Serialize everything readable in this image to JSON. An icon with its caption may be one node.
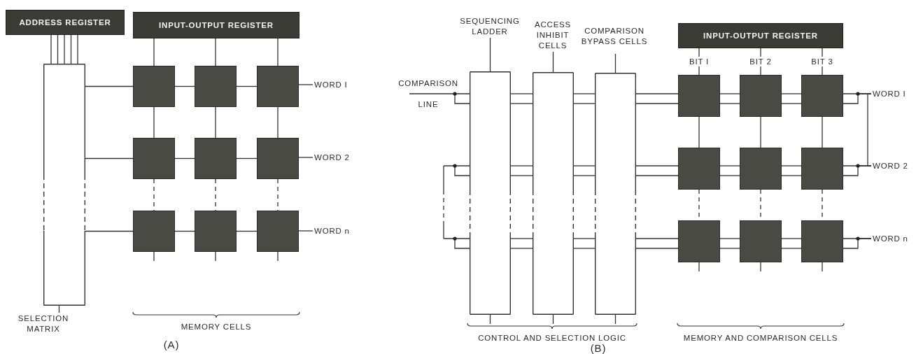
{
  "diagram": {
    "nodes": [
      {
        "text": [
          "ADDRESS REGISTER"
        ]
      },
      {
        "text": [
          "INPUT-OUTPUT REGISTER"
        ]
      },
      {
        "text": [],
        "shape": "bar"
      },
      {
        "text": [],
        "shape": "box"
      },
      {
        "text": [],
        "shape": "box"
      },
      {
        "text": [],
        "shape": "box"
      },
      {
        "text": [],
        "shape": "box"
      },
      {
        "text": [],
        "shape": "box"
      },
      {
        "text": [],
        "shape": "box"
      },
      {
        "text": [],
        "shape": "box"
      },
      {
        "text": [],
        "shape": "box"
      },
      {
        "text": [],
        "shape": "box"
      },
      {
        "text": [
          "WORD I"
        ]
      },
      {
        "text": [
          "WORD 2"
        ]
      },
      {
        "text": [
          "WORD n"
        ]
      },
      {
        "text": [
          "SELECTION MATRIX"
        ]
      },
      {
        "text": [
          "SEQUENCING LADDER"
        ]
      },
      {
        "text": [
          "ACCESS INHIBIT CELLS"
        ]
      },
      {
        "text": [
          "COMPARISON BYPASS CELLS"
        ]
      },
      {
        "text": [
          "INPUT-OUTPUT REGISTER"
        ]
      },
      {
        "text": [],
        "shape": "bar"
      },
      {
        "text": [],
        "shape": "bar"
      },
      {
        "text": [],
        "shape": "bar"
      },
      {
        "text": [],
        "shape": "box"
      },
      {
        "text": [],
        "shape": "box"
      },
      {
        "text": [],
        "shape": "box"
      },
      {
        "text": [],
        "shape": "box"
      },
      {
        "text": [],
        "shape": "box"
      },
      {
        "text": [],
        "shape": "box"
      },
      {
        "text": [],
        "shape": "box"
      },
      {
        "text": [],
        "shape": "box"
      },
      {
        "text": [],
        "shape": "box"
      },
      {
        "text": [
          "WORD I"
        ]
      },
      {
        "text": [
          "WORD 2"
        ]
      },
      {
        "text": [
          "WORD n"
        ]
      }
    ],
    "edges": [
      {
        "from": 0,
        "to": 2,
        "arrow": "none"
      },
      {
        "from": 0,
        "to": 2,
        "arrow": "none"
      },
      {
        "from": 0,
        "to": 2,
        "arrow": "none"
      },
      {
        "from": 0,
        "to": 2,
        "arrow": "none"
      },
      {
        "from": 0,
        "to": 2,
        "arrow": "none"
      },
      {
        "from": 1,
        "to": 3,
        "arrow": "none"
      },
      {
        "from": 1,
        "to": 4,
        "arrow": "none"
      },
      {
        "from": 1,
        "to": 5,
        "arrow": "none"
      },
      {
        "from": 2,
        "to": 3,
        "arrow": "none"
      },
      {
        "from": 2,
        "to": 6,
        "arrow": "none"
      },
      {
        "from": 2,
        "to": 9,
        "arrow": "none"
      },
      {
        "from": 3,
        "to": 4,
        "arrow": "none"
      },
      {
        "from": 4,
        "to": 5,
        "arrow": "none"
      },
      {
        "from": 6,
        "to": 7,
        "arrow": "none"
      },
      {
        "from": 7,
        "to": 8,
        "arrow": "none"
      },
      {
        "from": 9,
        "to": 10,
        "arrow": "none"
      },
      {
        "from": 10,
        "to": 11,
        "arrow": "none"
      },
      {
        "from": 3,
        "to": 6,
        "arrow": "none"
      },
      {
        "from": 4,
        "to": 7,
        "arrow": "none"
      },
      {
        "from": 5,
        "to": 8,
        "arrow": "none"
      },
      {
        "from": 6,
        "to": 9,
        "arrow": "none",
        "style": "dashed"
      },
      {
        "from": 7,
        "to": 10,
        "arrow": "none",
        "style": "dashed"
      },
      {
        "from": 8,
        "to": 11,
        "arrow": "none",
        "style": "dashed"
      },
      {
        "from": 9,
        "to": null,
        "arrow": "none"
      },
      {
        "from": 10,
        "to": null,
        "arrow": "none"
      },
      {
        "from": 11,
        "to": null,
        "arrow": "none"
      },
      {
        "from": 5,
        "to": 12,
        "arrow": "none"
      },
      {
        "from": 8,
        "to": 13,
        "arrow": "none"
      },
      {
        "from": 11,
        "to": 14,
        "arrow": "none"
      },
      {
        "from": 2,
        "to": 15,
        "arrow": "none"
      },
      {
        "from": 16,
        "to": 20,
        "arrow": "none"
      },
      {
        "from": 17,
        "to": 21,
        "arrow": "none"
      },
      {
        "from": 18,
        "to": 22,
        "arrow": "none"
      },
      {
        "from": 19,
        "to": 23,
        "arrow": "none",
        "label": "BIT I"
      },
      {
        "from": 19,
        "to": 24,
        "arrow": "none",
        "label": "BIT 2"
      },
      {
        "from": 19,
        "to": 25,
        "arrow": "none",
        "label": "BIT 3"
      },
      {
        "from": null,
        "to": 20,
        "arrow": "none",
        "label": "COMPARISON LINE"
      },
      {
        "from": null,
        "to": 20,
        "arrow": "none"
      },
      {
        "from": 20,
        "to": 21,
        "arrow": "none"
      },
      {
        "from": 20,
        "to": 21,
        "arrow": "none"
      },
      {
        "from": 21,
        "to": 22,
        "arrow": "none"
      },
      {
        "from": 21,
        "to": 22,
        "arrow": "none"
      },
      {
        "from": 22,
        "to": 23,
        "arrow": "none"
      },
      {
        "from": 22,
        "to": 23,
        "arrow": "none"
      },
      {
        "from": 23,
        "to": 24,
        "arrow": "none"
      },
      {
        "from": 23,
        "to": 24,
        "arrow": "none"
      },
      {
        "from": 24,
        "to": 25,
        "arrow": "none"
      },
      {
        "from": 24,
        "to": 25,
        "arrow": "none"
      },
      {
        "from": 25,
        "to": 32,
        "arrow": "none"
      },
      {
        "from": 25,
        "to": 32,
        "arrow": "none"
      },
      {
        "from": null,
        "to": 20,
        "arrow": "none"
      },
      {
        "from": null,
        "to": 20,
        "arrow": "none"
      },
      {
        "from": 20,
        "to": 21,
        "arrow": "none"
      },
      {
        "from": 20,
        "to": 21,
        "arrow": "none"
      },
      {
        "from": 21,
        "to": 22,
        "arrow": "none"
      },
      {
        "from": 21,
        "to": 22,
        "arrow": "none"
      },
      {
        "from": 22,
        "to": 26,
        "arrow": "none"
      },
      {
        "from": 22,
        "to": 26,
        "arrow": "none"
      },
      {
        "from": 26,
        "to": 27,
        "arrow": "none"
      },
      {
        "from": 26,
        "to": 27,
        "arrow": "none"
      },
      {
        "from": 27,
        "to": 28,
        "arrow": "none"
      },
      {
        "from": 27,
        "to": 28,
        "arrow": "none"
      },
      {
        "from": 28,
        "to": 33,
        "arrow": "none"
      },
      {
        "from": 28,
        "to": 33,
        "arrow": "none"
      },
      {
        "from": null,
        "to": 20,
        "arrow": "none"
      },
      {
        "from": null,
        "to": 20,
        "arrow": "none"
      },
      {
        "from": 20,
        "to": 21,
        "arrow": "none"
      },
      {
        "from": 20,
        "to": 21,
        "arrow": "none"
      },
      {
        "from": 21,
        "to": 22,
        "arrow": "none"
      },
      {
        "from": 21,
        "to": 22,
        "arrow": "none"
      },
      {
        "from": 22,
        "to": 29,
        "arrow": "none"
      },
      {
        "from": 22,
        "to": 29,
        "arrow": "none"
      },
      {
        "from": 29,
        "to": 30,
        "arrow": "none"
      },
      {
        "from": 29,
        "to": 30,
        "arrow": "none"
      },
      {
        "from": 30,
        "to": 31,
        "arrow": "none"
      },
      {
        "from": 30,
        "to": 31,
        "arrow": "none"
      },
      {
        "from": 31,
        "to": 34,
        "arrow": "none"
      },
      {
        "from": 31,
        "to": 34,
        "arrow": "none"
      },
      {
        "from": 23,
        "to": 26,
        "arrow": "none"
      },
      {
        "from": 24,
        "to": 27,
        "arrow": "none"
      },
      {
        "from": 25,
        "to": 28,
        "arrow": "none"
      },
      {
        "from": 26,
        "to": 29,
        "arrow": "none",
        "style": "dashed"
      },
      {
        "from": 27,
        "to": 30,
        "arrow": "none",
        "style": "dashed"
      },
      {
        "from": 28,
        "to": 31,
        "arrow": "none",
        "style": "dashed"
      },
      {
        "from": 29,
        "to": null,
        "arrow": "none"
      },
      {
        "from": 30,
        "to": null,
        "arrow": "none"
      },
      {
        "from": 31,
        "to": null,
        "arrow": "none"
      },
      {
        "from": 20,
        "to": null,
        "arrow": "none"
      },
      {
        "from": 21,
        "to": null,
        "arrow": "none"
      },
      {
        "from": 22,
        "to": null,
        "arrow": "none"
      },
      {
        "from": 32,
        "to": 33,
        "arrow": "none"
      }
    ],
    "labels": [
      "MEMORY CELLS",
      "(A)",
      "CONTROL AND SELECTION LOGIC",
      "MEMORY AND COMPARISON CELLS",
      "(B)"
    ]
  }
}
